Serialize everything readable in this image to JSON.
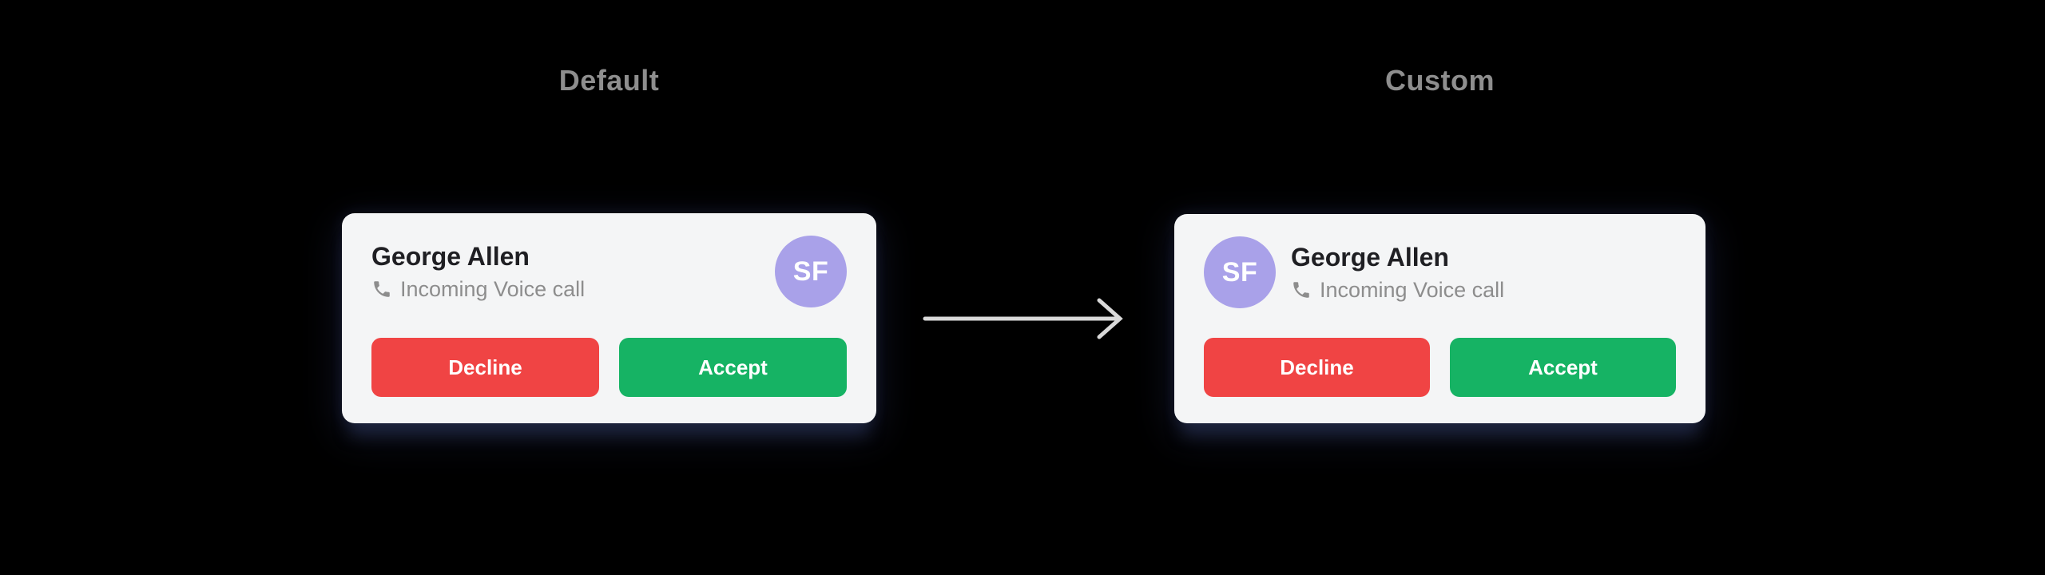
{
  "panels": [
    {
      "label": "Default",
      "variant": "avatar-right",
      "card": {
        "caller_name": "George Allen",
        "status": "Incoming Voice call",
        "avatar_initials": "SF",
        "decline_label": "Decline",
        "accept_label": "Accept"
      }
    },
    {
      "label": "Custom",
      "variant": "avatar-left",
      "card": {
        "caller_name": "George Allen",
        "status": "Incoming Voice call",
        "avatar_initials": "SF",
        "decline_label": "Decline",
        "accept_label": "Accept"
      }
    }
  ],
  "icons": {
    "phone": "phone-icon",
    "arrow": "arrow-right-icon"
  },
  "colors": {
    "background": "#000000",
    "card_bg": "#f4f5f6",
    "title_text": "#1f1f23",
    "subtitle_text": "#8d8d8d",
    "variant_label_text": "#8e8e8e",
    "avatar_bg": "#a9a1e9",
    "avatar_text": "#ffffff",
    "decline_bg": "#f04444",
    "accept_bg": "#16b364",
    "button_text": "#ffffff",
    "arrow": "#d9d9d9",
    "card_shadow": "#1f2640"
  }
}
